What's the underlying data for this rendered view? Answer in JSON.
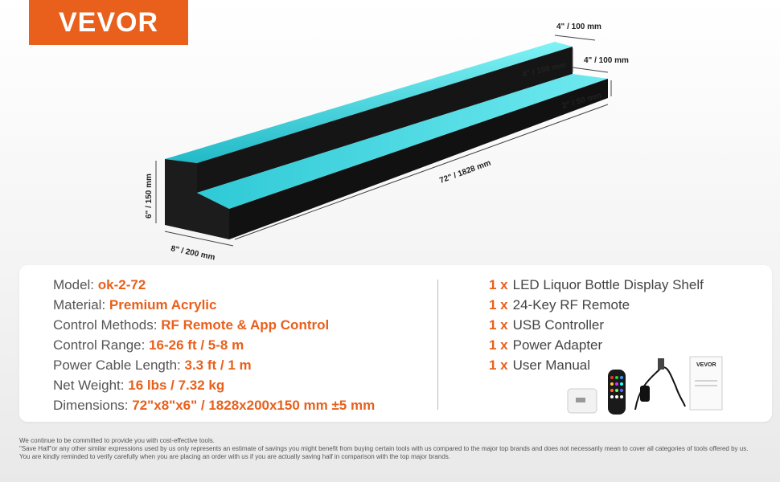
{
  "brand": {
    "logo_text": "VEVOR",
    "color": "#e8601c"
  },
  "product": {
    "dimensions_labels": {
      "top_depth": "4\" / 100 mm",
      "step_height": "4\" / 100 mm",
      "lower_depth": "4\" / 100 mm",
      "lower_height": "2\" / 50 mm",
      "length": "72\" / 1828 mm",
      "height": "6\" / 150 mm",
      "depth": "8\" / 200 mm"
    },
    "glow_color": "#3fd6e0"
  },
  "specs": [
    {
      "label": "Model: ",
      "value": "ok-2-72"
    },
    {
      "label": "Material: ",
      "value": "Premium Acrylic"
    },
    {
      "label": "Control Methods: ",
      "value": "RF Remote & App Control"
    },
    {
      "label": "Control Range: ",
      "value": "16-26 ft / 5-8 m"
    },
    {
      "label": "Power Cable Length:  ",
      "value": "3.3 ft / 1 m"
    },
    {
      "label": "Net Weight: ",
      "value": "16 lbs / 7.32 kg"
    },
    {
      "label": "Dimensions: ",
      "value": "72\"x8\"x6\" / 1828x200x150 mm ±5 mm"
    }
  ],
  "package": [
    {
      "qty": "1 x",
      "name": "LED Liquor Bottle Display Shelf"
    },
    {
      "qty": "1 x",
      "name": "24-Key RF Remote"
    },
    {
      "qty": "1 x",
      "name": "USB Controller"
    },
    {
      "qty": "1 x",
      "name": "Power Adapter"
    },
    {
      "qty": "1 x",
      "name": "User Manual"
    }
  ],
  "manual_brand": "VEVOR",
  "footer": {
    "line1": "We continue to be committed to provide you with cost-effective tools.",
    "line2": "\"Save Half\"or any other similar expressions used by us only represents an estimate of savings you might benefit from buying certain tools with us compared to the major top brands and does not necessarily mean to cover all categories of tools offered by us.",
    "line3": "You are kindly reminded to verify carefully when you are placing an order with us if you are actually saving half in comparison with the top major brands."
  }
}
